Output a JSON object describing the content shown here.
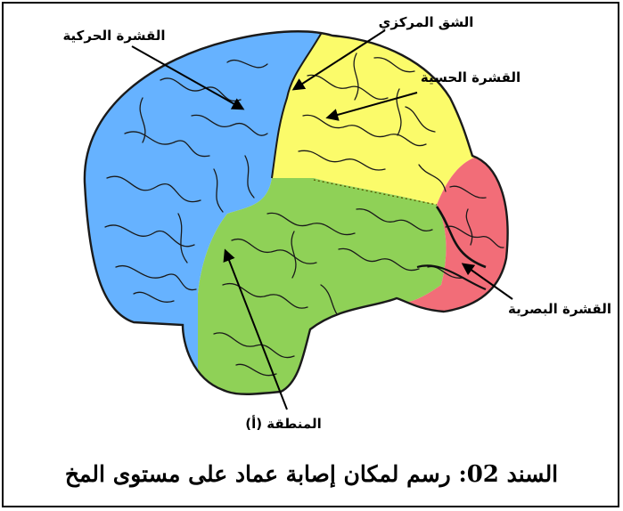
{
  "diagram": {
    "labels": {
      "motor_cortex": "القشرة الحركية",
      "central_sulcus": "الشق المركزي",
      "sensory_cortex": "القشرة الحسية",
      "visual_cortex": "القشرة البصرية",
      "region_a": "المنطقة (أ)"
    },
    "colors": {
      "motor": "#66b2ff",
      "sensory": "#fbfb6a",
      "temporal": "#8fd157",
      "visual": "#f26d78",
      "outline": "#1a1a1a"
    }
  },
  "caption": {
    "lead": "السند",
    "number": "02",
    "text": ": رسم لمكان إصابة عماد على مستوى المخ"
  }
}
